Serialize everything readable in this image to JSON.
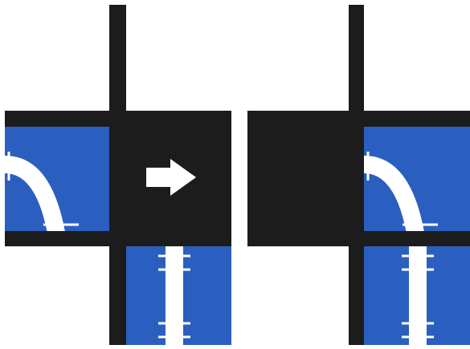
{
  "puzzle": {
    "type": "sliding-pipe-tile",
    "step_indicator_icon": "right-arrow-icon",
    "colors": {
      "background": "#ffffff",
      "board": "#1c1c1c",
      "tile_blue": "#2b5fbf",
      "tile_white": "#ffffff",
      "pipe": "#ffffff"
    },
    "before": {
      "tiles": [
        {
          "row": 0,
          "col": 0,
          "kind": "white"
        },
        {
          "row": 0,
          "col": 1,
          "kind": "white"
        },
        {
          "row": 1,
          "col": 0,
          "kind": "blue",
          "pipe": "curve"
        },
        {
          "row": 1,
          "col": 1,
          "kind": "empty"
        },
        {
          "row": 2,
          "col": 0,
          "kind": "white"
        },
        {
          "row": 2,
          "col": 1,
          "kind": "blue",
          "pipe": "straight-vertical"
        }
      ]
    },
    "after": {
      "tiles": [
        {
          "row": 0,
          "col": 0,
          "kind": "white"
        },
        {
          "row": 0,
          "col": 1,
          "kind": "white"
        },
        {
          "row": 1,
          "col": 0,
          "kind": "empty"
        },
        {
          "row": 1,
          "col": 1,
          "kind": "blue",
          "pipe": "curve"
        },
        {
          "row": 2,
          "col": 0,
          "kind": "white"
        },
        {
          "row": 2,
          "col": 1,
          "kind": "blue",
          "pipe": "straight-vertical"
        }
      ]
    }
  }
}
